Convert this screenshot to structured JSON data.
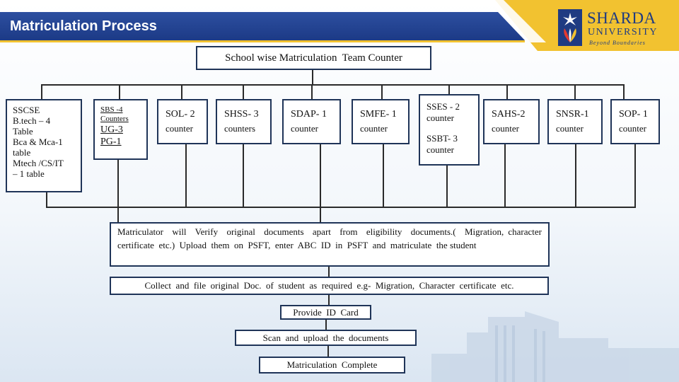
{
  "header": {
    "title": "Matriculation Process"
  },
  "logo": {
    "name": "SHARDA",
    "sub": "UNIVERSITY",
    "tagline": "Beyond Boundaries"
  },
  "top_box": "School wise Matriculation  Team Counter",
  "counters": {
    "sscse": [
      "SSCSE",
      "B.tech – 4",
      "Table",
      "Bca & Mca-1",
      "table",
      "Mtech /CS/IT",
      "– 1 table"
    ],
    "sbs": {
      "line1": "SBS -4",
      "line2": "Counters",
      "ug": "UG-3",
      "pg": "PG-1"
    },
    "sol": [
      "SOL- 2",
      "counter"
    ],
    "shss": [
      "SHSS- 3",
      "counters"
    ],
    "sdap": [
      "SDAP- 1",
      "counter"
    ],
    "smfe": [
      "SMFE- 1",
      "counter"
    ],
    "sses": [
      "SSES - 2",
      "counter",
      "SSBT- 3",
      "counter"
    ],
    "sahs": [
      "SAHS-2",
      "counter"
    ],
    "snsr": [
      "SNSR-1",
      "counter"
    ],
    "sop": [
      "SOP- 1",
      "counter"
    ]
  },
  "steps": {
    "verify": "Matriculator  will  Verify  original  documents  apart  from  eligibility  documents.(  Migration, character  certificate  etc.)  Upload  them  on  PSFT,  enter  ABC  ID  in  PSFT  and  matriculate  the student",
    "collect": "Collect  and  file  original  Doc.  of  student  as  required  e.g-  Migration,  Character  certificate  etc.",
    "id_card": "Provide  ID  Card",
    "scan": "Scan  and  upload  the  documents",
    "complete": "Matriculation  Complete"
  },
  "colors": {
    "navy": "#1f3b82",
    "yellow": "#f2c230",
    "box_border": "#1f3458"
  }
}
